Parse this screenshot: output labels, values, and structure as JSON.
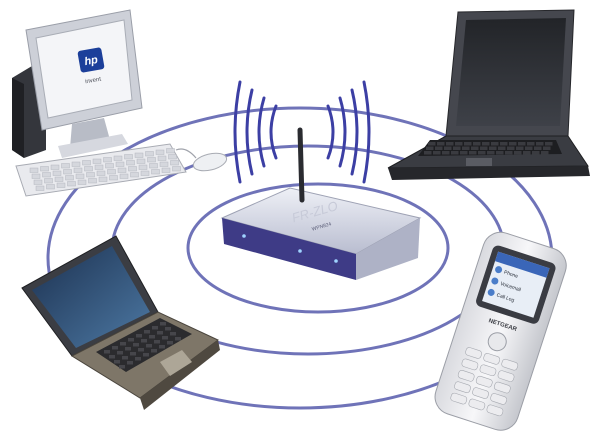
{
  "title": "",
  "devices": {
    "desktop": {
      "name": "desktop-computer",
      "monitor_logo": "hp",
      "monitor_brand_text": "invent"
    },
    "laptop_top_right": {
      "name": "laptop-computer"
    },
    "laptop_bottom_left": {
      "name": "laptop-computer"
    },
    "phone": {
      "name": "wifi-phone",
      "brand": "NETGEAR",
      "screen_items": [
        "Phone",
        "Voicemail",
        "Call Log"
      ]
    },
    "router": {
      "name": "wireless-router",
      "brand": "FR-ZLO",
      "model": "WPN824"
    }
  },
  "signal": {
    "rings": 3,
    "arcs_per_side": 4
  },
  "colors": {
    "ring": "#6f73b8",
    "arc": "#3c3fa4",
    "router_body": "#c9ccdc",
    "router_panel": "#3c3a86",
    "device_dark": "#2f2f34"
  }
}
